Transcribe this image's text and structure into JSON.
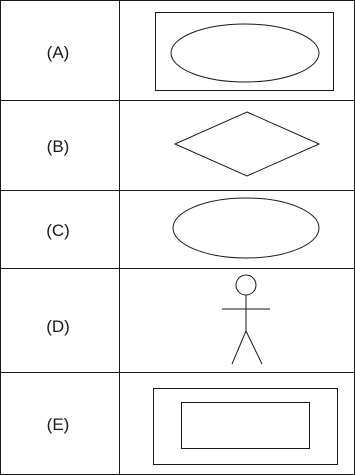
{
  "rows": [
    {
      "label": "(A)",
      "shape": "ellipse-in-rectangle"
    },
    {
      "label": "(B)",
      "shape": "diamond"
    },
    {
      "label": "(C)",
      "shape": "ellipse"
    },
    {
      "label": "(D)",
      "shape": "stick-figure"
    },
    {
      "label": "(E)",
      "shape": "rectangle-in-rectangle"
    }
  ],
  "colors": {
    "stroke": "#1a1a1a",
    "background": "#ffffff"
  }
}
